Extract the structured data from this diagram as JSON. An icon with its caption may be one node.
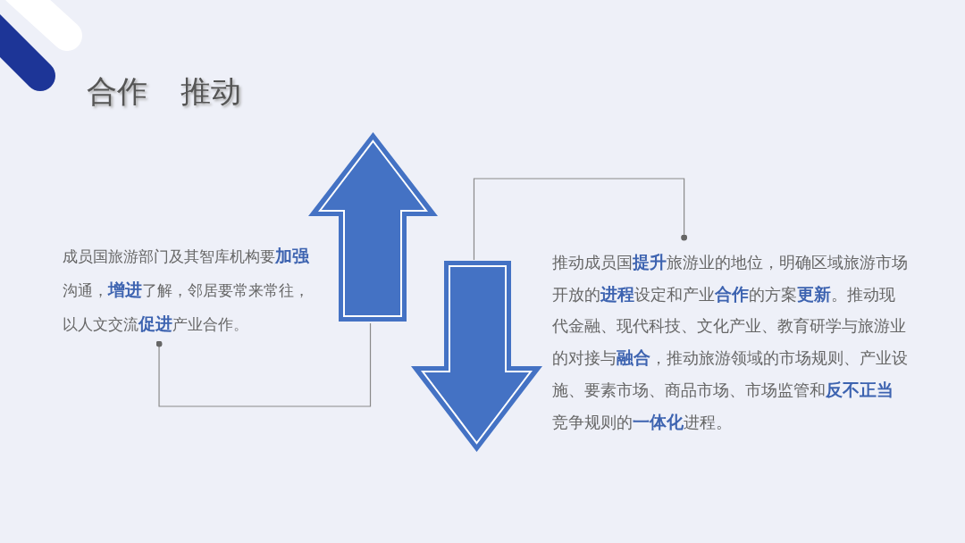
{
  "diagram": {
    "title": "合作 推动",
    "nodes": [
      {
        "text": [],
        "shape": "picture"
      },
      {
        "text": [
          "成员国旅游部门及其智库机构要**加强**沟通，**增进**了解，邻居要常来常往，以人文交流**促进**产业合作。"
        ]
      },
      {
        "text": [],
        "shape": "picture"
      },
      {
        "text": [
          "推动成员国**提升**旅游业的地位，明确区域旅游市场开放的**进程**设定和产业**合作**的方案**更新**。推动现代金融、现代科技、文化产业、教育研学与旅游业的对接与**融合**，推动旅游领域的市场规则、产业设施、要素市场、商品市场、市场监管和**反不正当**竞争规则的**一体化**进程。"
        ]
      }
    ],
    "edges": [
      {
        "from": 1,
        "to": 0,
        "arrow": "other"
      },
      {
        "from": 3,
        "to": 2,
        "arrow": "other"
      }
    ]
  }
}
